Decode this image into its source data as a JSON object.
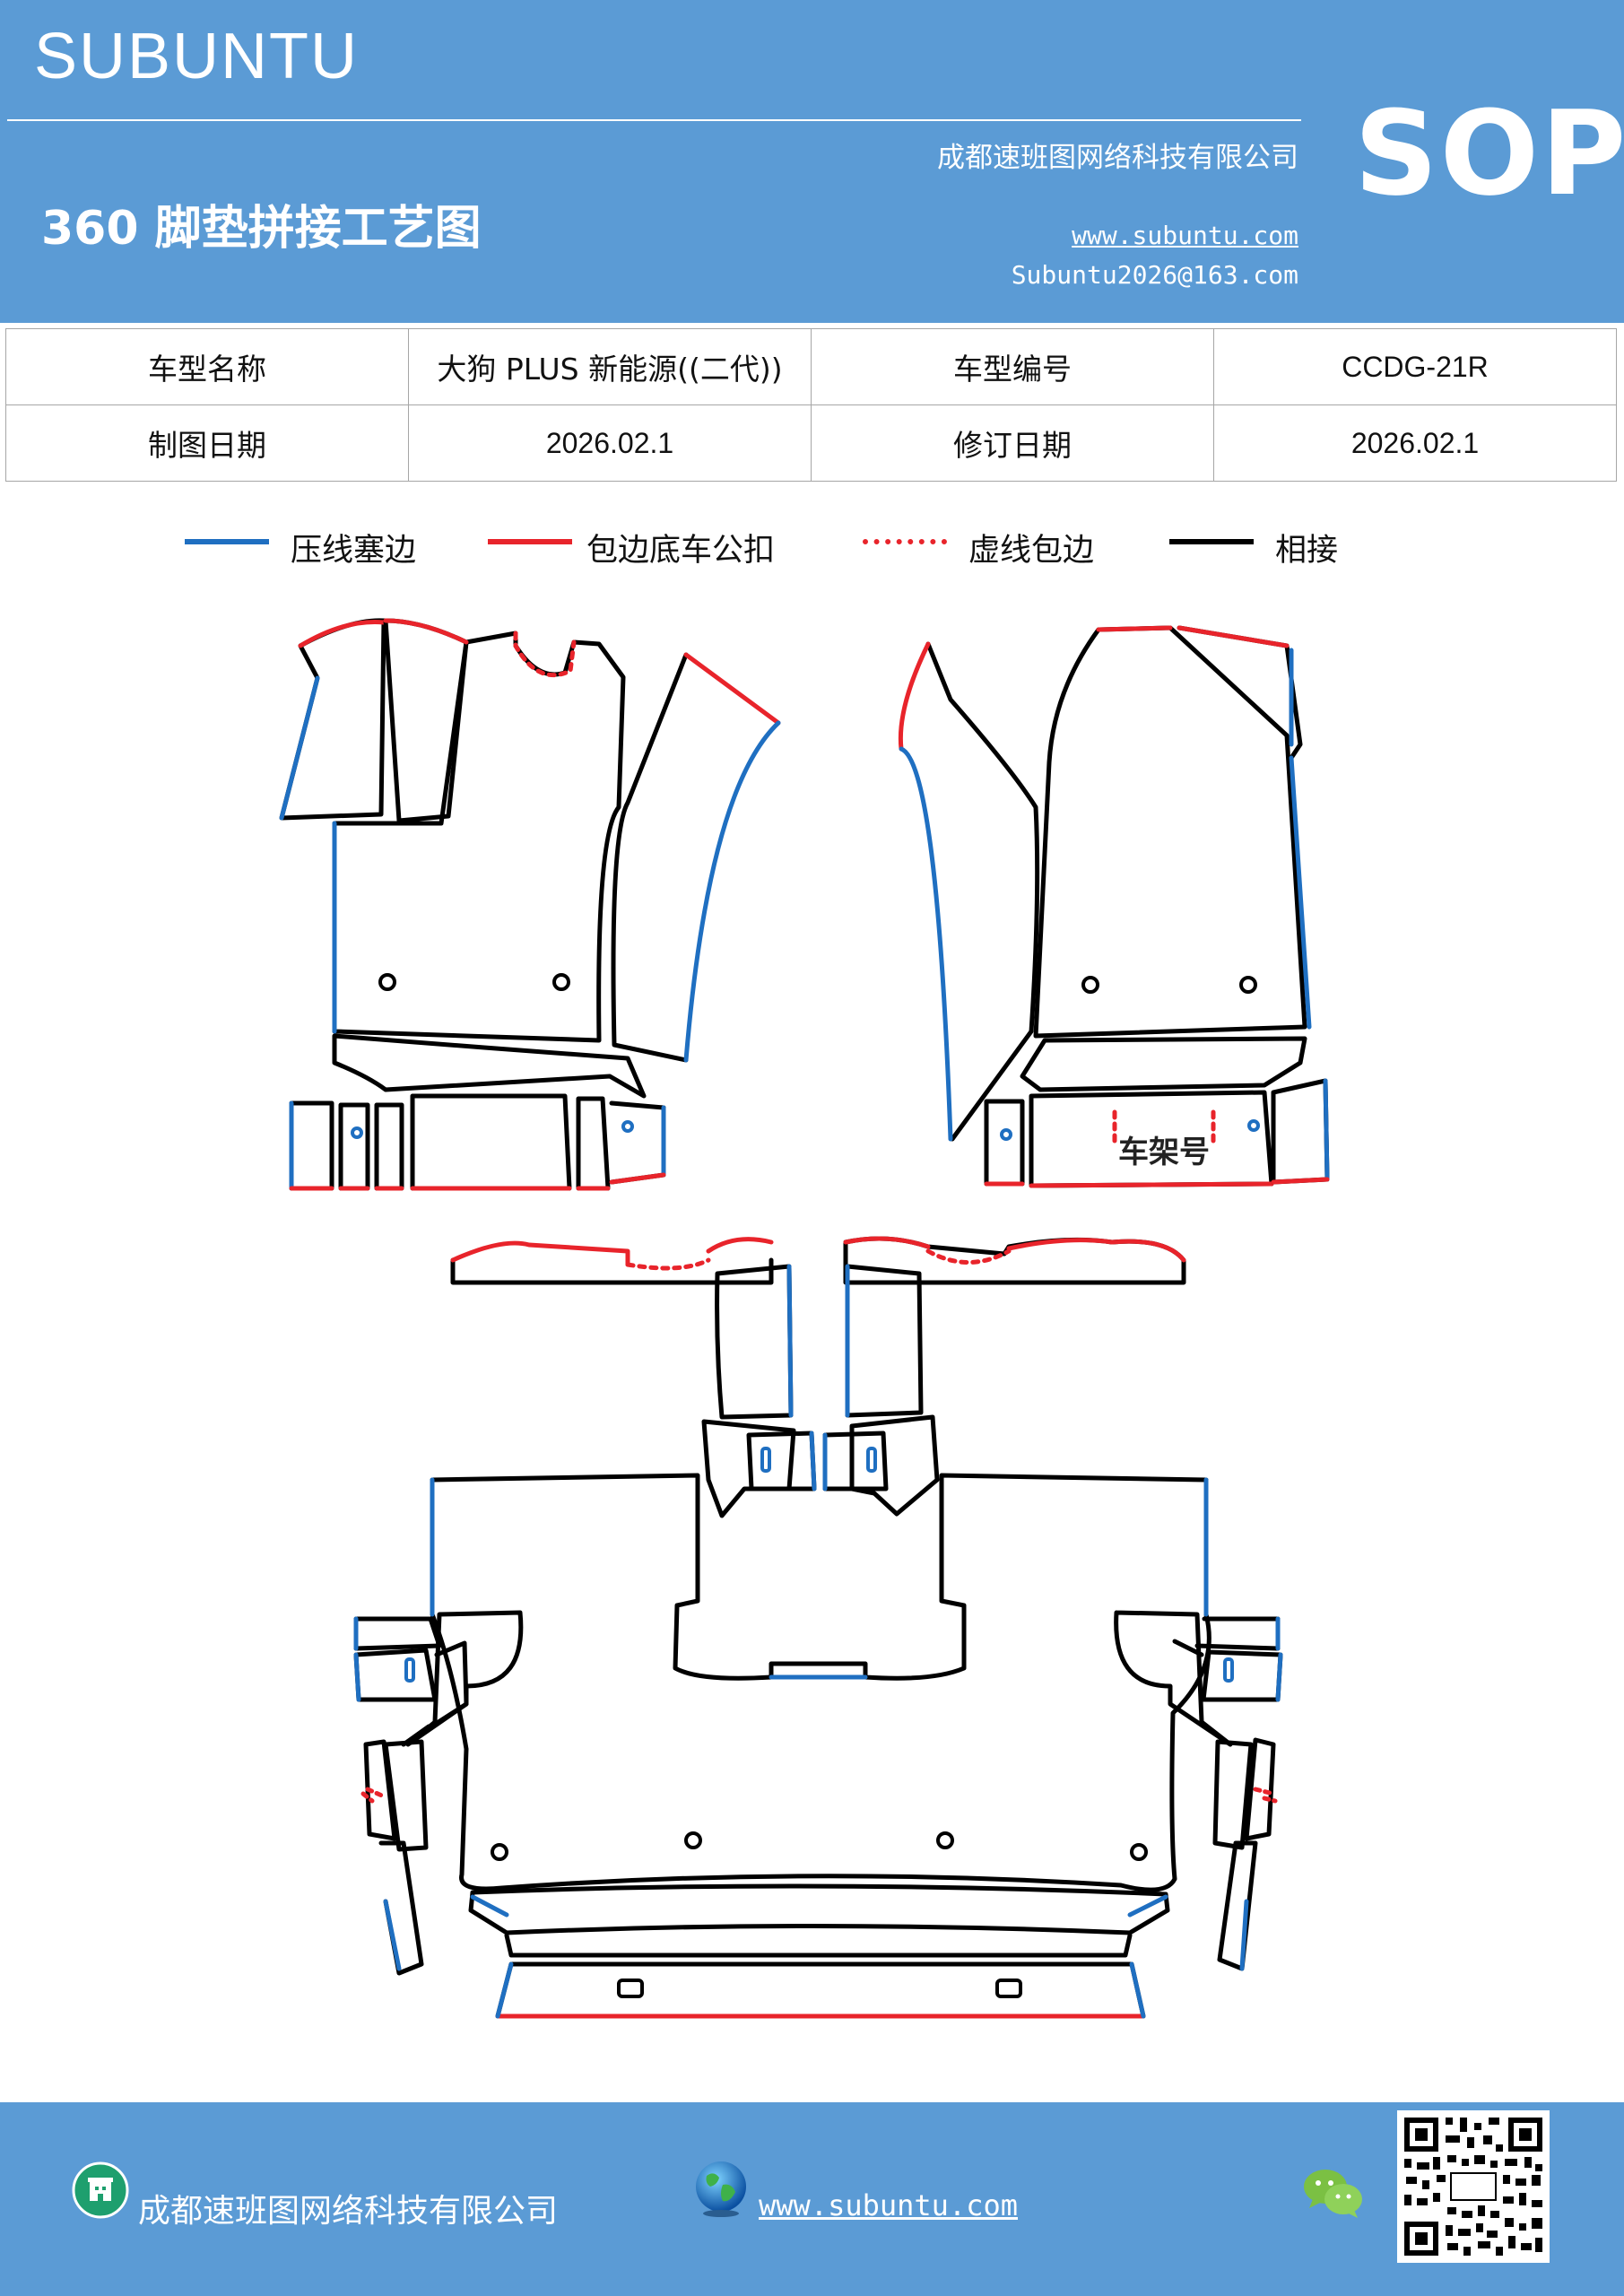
{
  "header": {
    "brand": "SUBUNTU",
    "company": "成都速班图网络科技有限公司",
    "title": "360 脚垫拼接工艺图",
    "website": "www.subuntu.com",
    "email": "Subuntu2026@163.com",
    "badge": "SOP"
  },
  "info_table": {
    "rows": [
      [
        {
          "label": "车型名称",
          "value": "大狗 PLUS 新能源((二代))"
        },
        {
          "label": "车型编号",
          "value": "CCDG-21R"
        }
      ],
      [
        {
          "label": "制图日期",
          "value": "2026.02.1"
        },
        {
          "label": "修订日期",
          "value": "2026.02.1"
        }
      ]
    ]
  },
  "legend": [
    {
      "label": "压线塞边",
      "color": "#1f6fc1",
      "style": "solid"
    },
    {
      "label": "包边底车公扣",
      "color": "#e8242b",
      "style": "solid"
    },
    {
      "label": "虚线包边",
      "color": "#e8242b",
      "style": "dotted"
    },
    {
      "label": "相接",
      "color": "#000000",
      "style": "solid"
    }
  ],
  "diagram": {
    "frame_label": "车架号"
  },
  "footer": {
    "company": "成都速班图网络科技有限公司",
    "website": "www.subuntu.com",
    "icons": [
      "company-icon",
      "globe-icon",
      "wechat-icon",
      "qr-code"
    ]
  }
}
